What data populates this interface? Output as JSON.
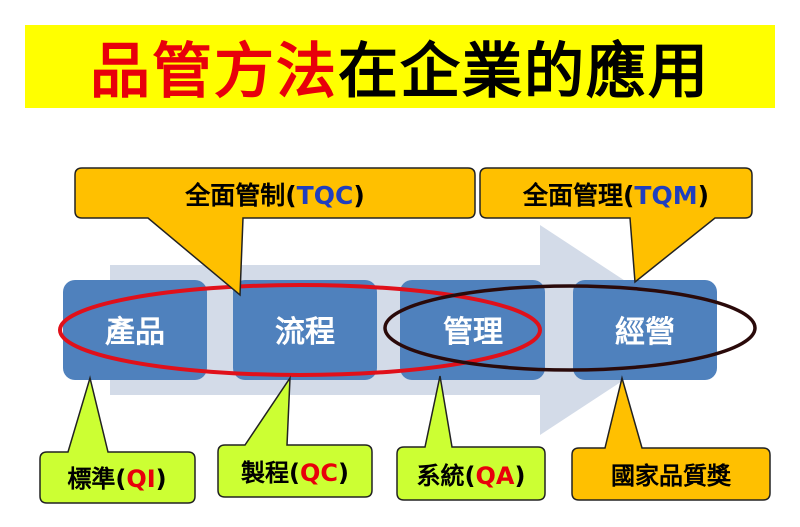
{
  "title": {
    "part1": "品管方法",
    "part2": "在企業的應用"
  },
  "stages": [
    "產品",
    "流程",
    "管理",
    "經營"
  ],
  "top_callouts": [
    {
      "text": "全面管制",
      "abbr_open": "(",
      "abbr": "TQC",
      "abbr_close": ")"
    },
    {
      "text": "全面管理",
      "abbr_open": "(",
      "abbr": "TQM",
      "abbr_close": ")"
    }
  ],
  "bottom_callouts": [
    {
      "text": "標準",
      "abbr_open": "(",
      "abbr": "QI",
      "abbr_close": ")"
    },
    {
      "text": "製程",
      "abbr_open": "(",
      "abbr": "QC",
      "abbr_close": ")"
    },
    {
      "text": "系統",
      "abbr_open": "(",
      "abbr": "QA",
      "abbr_close": ")"
    },
    {
      "text": "國家品質獎"
    }
  ],
  "colors": {
    "banner": "#ffff00",
    "stage_box": "#4f81bd",
    "arrow": "#d3dbe8",
    "callout_orange": "#ffc000",
    "callout_green": "#ccff33",
    "abbr_blue": "#1f3fbf",
    "abbr_red": "#e8000b"
  }
}
